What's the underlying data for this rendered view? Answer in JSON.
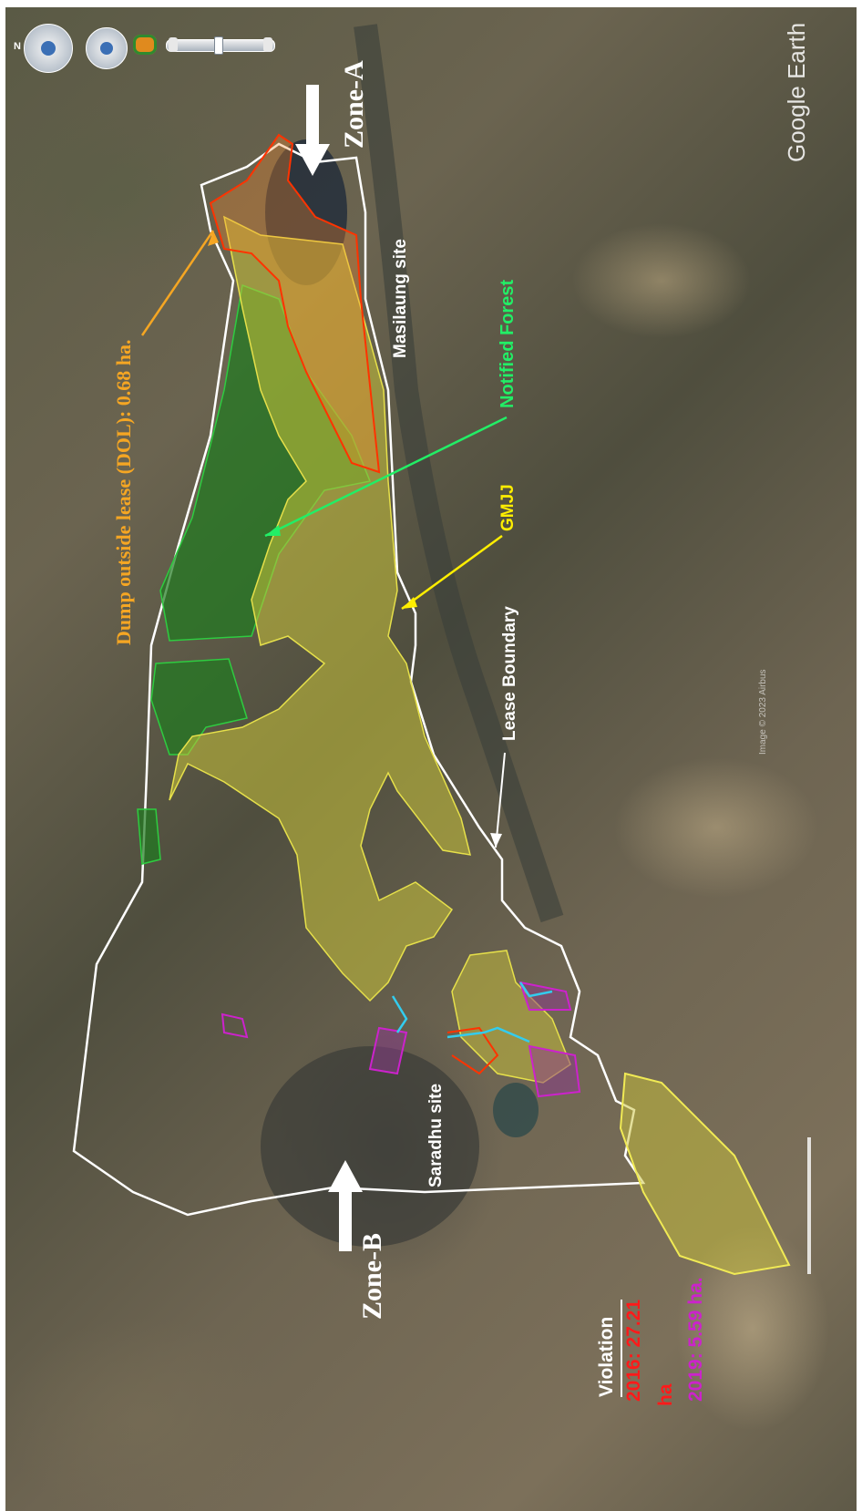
{
  "zones": {
    "a": "Zone-A",
    "b": "Zone-B"
  },
  "sites": {
    "masilaung": "Masilaung site",
    "saradhu": "Saradhu site"
  },
  "annotations": {
    "dump": "Dump outside lease (DOL): 0.68 ha.",
    "forest": "Notified Forest",
    "gmjj": "GMJJ",
    "lease": "Lease Boundary"
  },
  "legend": {
    "title": "Violation",
    "line2016": "2016: 27.21",
    "line2016_unit": "ha",
    "line2019": "2019: 5.59 ha."
  },
  "watermark": "Google Earth",
  "imagery_credit": "Image © 2023 Airbus",
  "colors": {
    "forest": "#1f7a1f",
    "gmjj": "#c9c23a",
    "lease": "#ffffff",
    "violation2016": "#ff3300",
    "violation2019": "#cc22cc",
    "cyan": "#33ccee",
    "dump": "#f5a623",
    "forest_label": "#22ee66",
    "gmjj_label": "#ffee00"
  },
  "controls": [
    "look-control",
    "move-control",
    "street-view-pegman",
    "zoom-slider"
  ]
}
